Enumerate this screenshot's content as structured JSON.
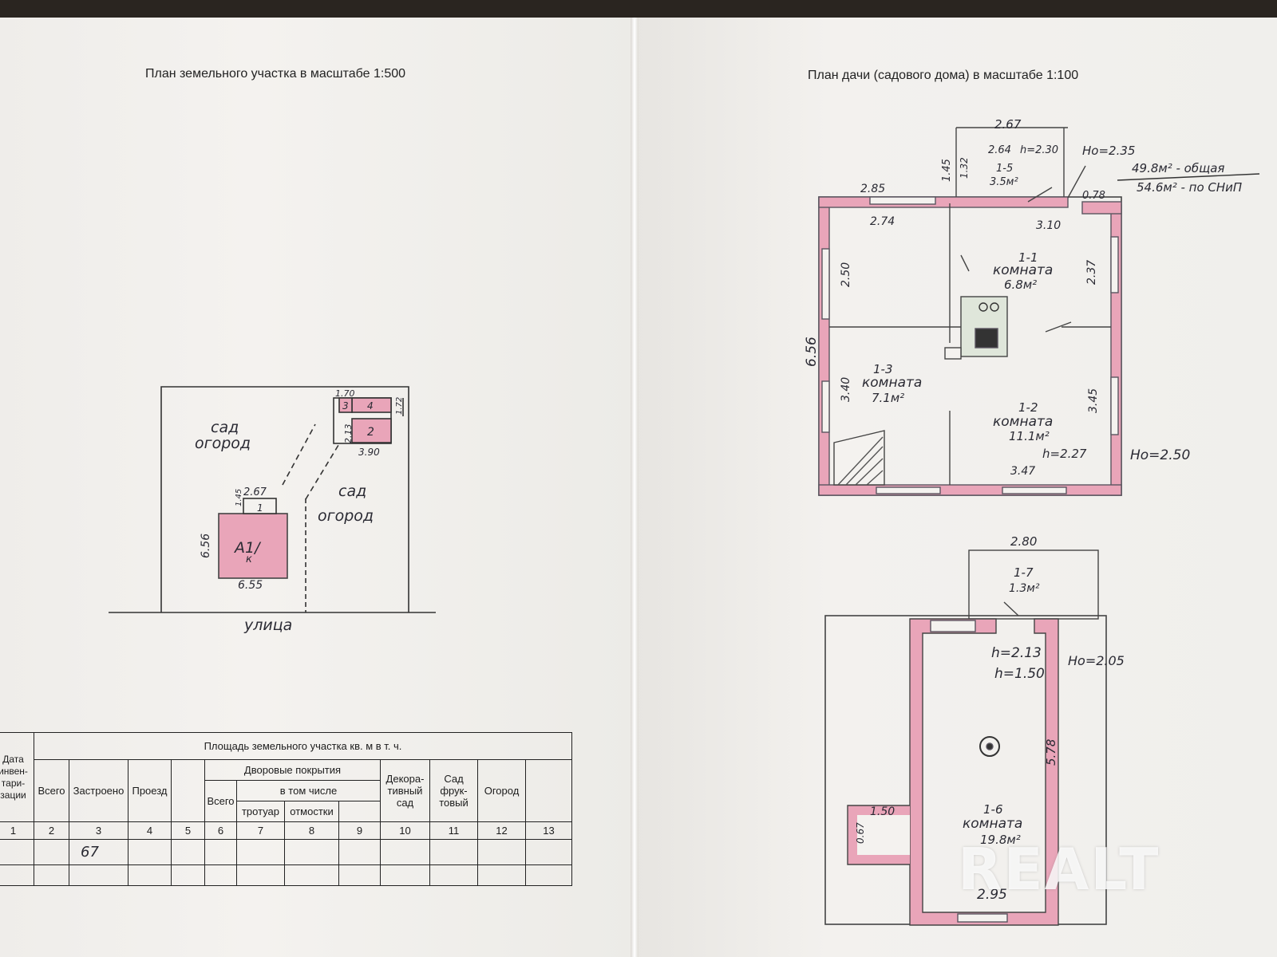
{
  "left_page": {
    "title": "План земельного участка в масштабе 1:500",
    "plot_labels": {
      "garden_a": [
        "сад",
        "огород"
      ],
      "garden_b": [
        "сад",
        "огород"
      ],
      "street": "улица",
      "house_code": "А1/",
      "house_code_sub": "к",
      "house_depth": "6.56",
      "house_width": "6.55",
      "porch_width": "2.67",
      "porch_depth": "1.45",
      "porch_num": "1",
      "shed_num_2": "2",
      "shed_num_3": "3",
      "shed_num_4": "4",
      "shed_top": "1.70",
      "shed_side": "1.72",
      "shed_left": "2.13",
      "shed_bottom": "3.90"
    },
    "table": {
      "col_date": "Дата инвен-тари-зации",
      "header_main": "Площадь земельного участка кв. м в т. ч.",
      "col_total": "Всего",
      "col_built": "Застроено",
      "col_passage": "Проезд",
      "header_yard": "Дворовые покрытия",
      "col_yard_total": "Всего",
      "header_incl": "в том числе",
      "col_sidewalk": "тротуар",
      "col_blind": "отмостки",
      "col_decor": "Декора-тивный сад",
      "col_orchard": "Сад фрук-товый",
      "col_vegetable": "Огород",
      "numbers": [
        "1",
        "2",
        "3",
        "4",
        "5",
        "6",
        "7",
        "8",
        "9",
        "10",
        "11",
        "12",
        "13"
      ],
      "row1": [
        "",
        "",
        "67",
        "",
        "",
        "",
        "",
        "",
        "",
        "",
        "",
        "",
        ""
      ]
    }
  },
  "right_page": {
    "title": "План дачи (садового дома) в масштабе 1:100",
    "floor1": {
      "porch_width": "2.67",
      "porch_inner": "2.64",
      "porch_h": "h=2.30",
      "porch_side": "1.45",
      "porch_inner_side": "1.32",
      "room_1_5_num": "1-5",
      "room_1_5_area": "3.5м²",
      "ho_top": "Hо=2.35",
      "total_area": "49.8м² - общая",
      "snip_area": "54.6м² - по СНиП",
      "dim_top_left_outer": "2.85",
      "dim_top_left_inner": "2.74",
      "dim_top_right": "3.10",
      "dim_door": "0.78",
      "dim_left_total": "6.56",
      "dim_left_upper": "2.50",
      "dim_left_lower": "3.40",
      "dim_right_upper": "2.37",
      "dim_right_lower": "3.45",
      "dim_bottom_right": "3.47",
      "room_1_1_num": "1-1",
      "room_1_1_name": "комната",
      "room_1_1_area": "6.8м²",
      "room_1_3_num": "1-3",
      "room_1_3_name": "комната",
      "room_1_3_area": "7.1м²",
      "room_1_2_num": "1-2",
      "room_1_2_name": "комната",
      "room_1_2_area": "11.1м²",
      "room_1_2_h": "h=2.27",
      "ho_right": "Hо=2.50"
    },
    "floor2": {
      "dim_top": "2.80",
      "room_1_7_num": "1-7",
      "room_1_7_area": "1.3м²",
      "h_top": "h=2.13",
      "h_low": "h=1.50",
      "ho": "Hо=2.05",
      "dim_right": "5.78",
      "dim_nook": "1.50",
      "dim_nook_side": "0.67",
      "room_1_6_num": "1-6",
      "room_1_6_name": "комната",
      "room_1_6_area": "19.8м²",
      "dim_bottom": "2.95"
    }
  },
  "watermark": "REALT",
  "colors": {
    "wall_fill": "#e9a5b9",
    "wall_stroke": "#5a5560",
    "ink": "#2a2a33",
    "paper": "#f4f2ef"
  }
}
